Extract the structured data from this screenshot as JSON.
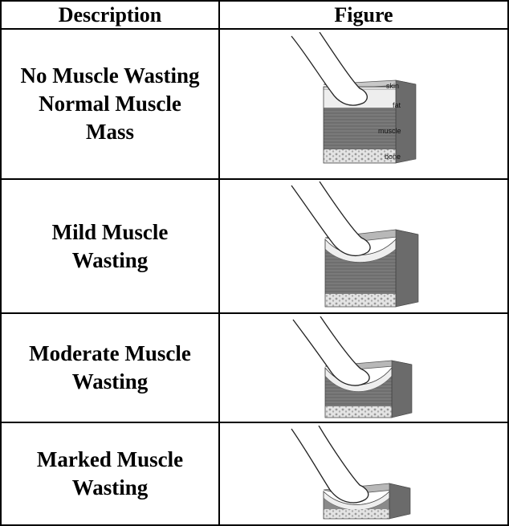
{
  "headers": {
    "description": "Description",
    "figure": "Figure"
  },
  "rows": [
    {
      "lines": [
        "No Muscle Wasting",
        "Normal Muscle",
        "Mass"
      ],
      "figure": "normal-muscle-figure",
      "labels": {
        "skin": "skin",
        "fat": "fat",
        "muscle": "muscle",
        "bone": "bone"
      }
    },
    {
      "lines": [
        "Mild Muscle",
        "Wasting"
      ],
      "figure": "mild-wasting-figure"
    },
    {
      "lines": [
        "Moderate Muscle",
        "Wasting"
      ],
      "figure": "moderate-wasting-figure"
    },
    {
      "lines": [
        "Marked Muscle",
        "Wasting"
      ],
      "figure": "marked-wasting-figure"
    }
  ]
}
